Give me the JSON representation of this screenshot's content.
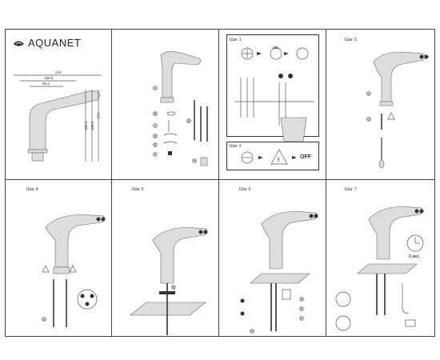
{
  "brand": {
    "name": "AQUANET"
  },
  "dims": {
    "d1": "219",
    "d2": "188.5",
    "d3": "86.4",
    "d4": "186.2",
    "d5": "189.5",
    "d6": "216"
  },
  "steps": {
    "s1": "Шаг 1",
    "s2": "Шаг 2",
    "s3": "Шаг 3",
    "s4": "Шаг 4",
    "s5": "Шаг 5",
    "s6": "Шаг 6",
    "s7": "Шаг 7"
  },
  "labels": {
    "on": "ON",
    "off": "OFF",
    "timer": "3 sec."
  },
  "parts": [
    "A",
    "B",
    "C",
    "D",
    "E",
    "F",
    "G",
    "H"
  ]
}
